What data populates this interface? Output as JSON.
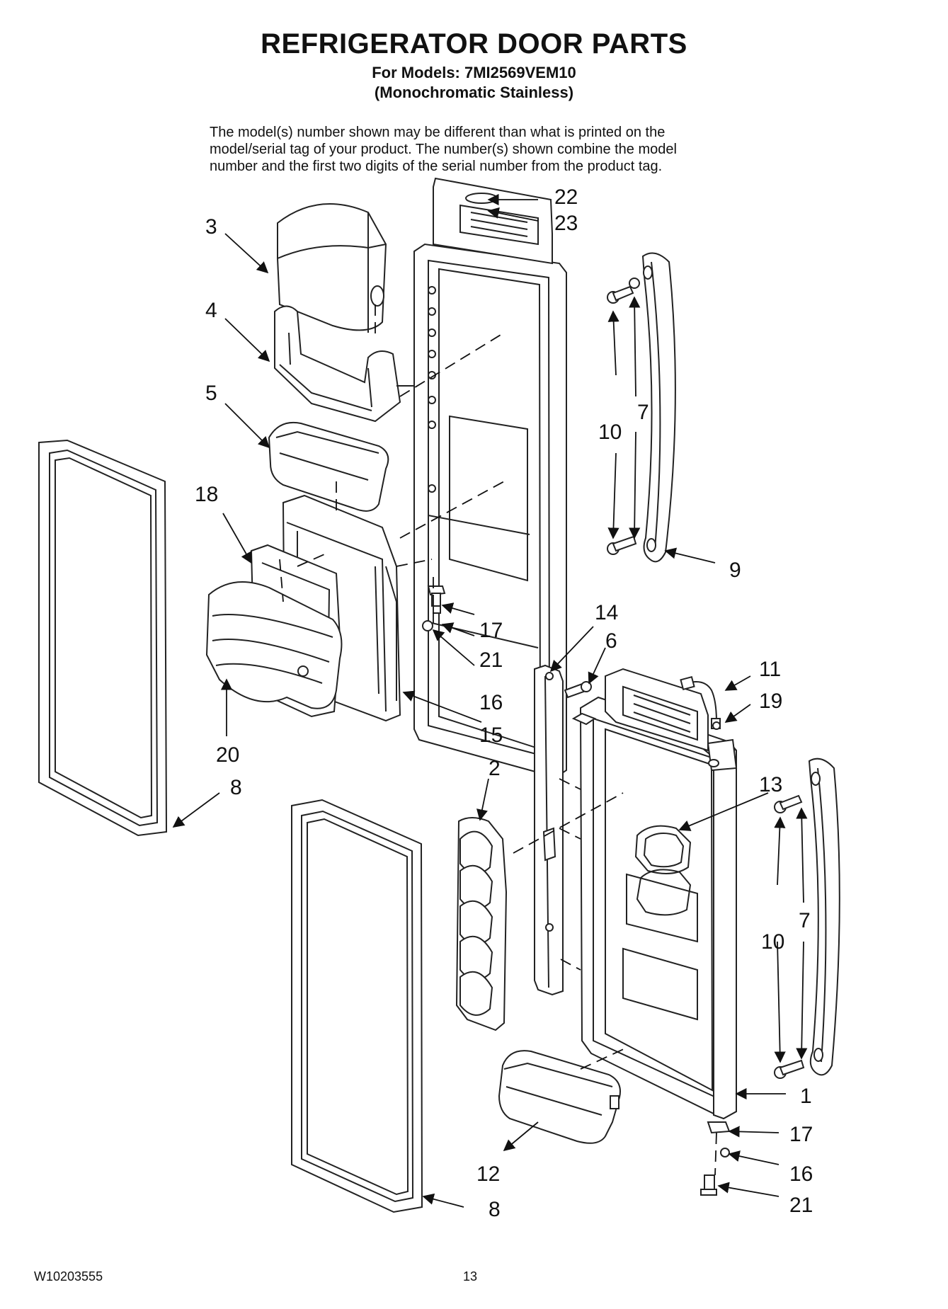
{
  "header": {
    "title": "REFRIGERATOR DOOR PARTS",
    "models_line": "For Models: 7MI2569VEM10",
    "variant_line": "(Monochromatic Stainless)"
  },
  "note": {
    "line1": "The model(s) number shown may be different than what is printed on the",
    "line2": "model/serial tag of your product. The number(s) shown combine the model",
    "line3": "number and the first two digits of the serial number from the product tag."
  },
  "callouts": {
    "c1": "1",
    "c2": "2",
    "c3": "3",
    "c4": "4",
    "c5": "5",
    "c6": "6",
    "c7a": "7",
    "c7b": "7",
    "c8a": "8",
    "c8b": "8",
    "c9": "9",
    "c10a": "10",
    "c10b": "10",
    "c11": "11",
    "c12": "12",
    "c13": "13",
    "c14": "14",
    "c15": "15",
    "c16a": "16",
    "c16b": "16",
    "c17a": "17",
    "c17b": "17",
    "c18": "18",
    "c19": "19",
    "c20": "20",
    "c21a": "21",
    "c21b": "21",
    "c22": "22",
    "c23": "23"
  },
  "footer": {
    "doc_number": "W10203555",
    "page_number": "13"
  }
}
